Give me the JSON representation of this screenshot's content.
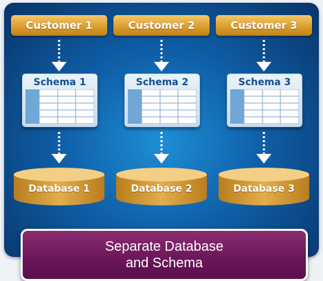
{
  "columns": [
    {
      "customer": "Customer 1",
      "schema": "Schema 1",
      "database": "Database 1"
    },
    {
      "customer": "Customer 2",
      "schema": "Schema 2",
      "database": "Database 2"
    },
    {
      "customer": "Customer 3",
      "schema": "Schema 3",
      "database": "Database 3"
    }
  ],
  "banner": {
    "line1": "Separate Database",
    "line2": "and Schema"
  },
  "colors": {
    "customer": "#d99a2a",
    "schema_title": "#13508f",
    "database": "#d8a03c",
    "banner": "#6a1658",
    "panel": "#0f5fa8"
  }
}
